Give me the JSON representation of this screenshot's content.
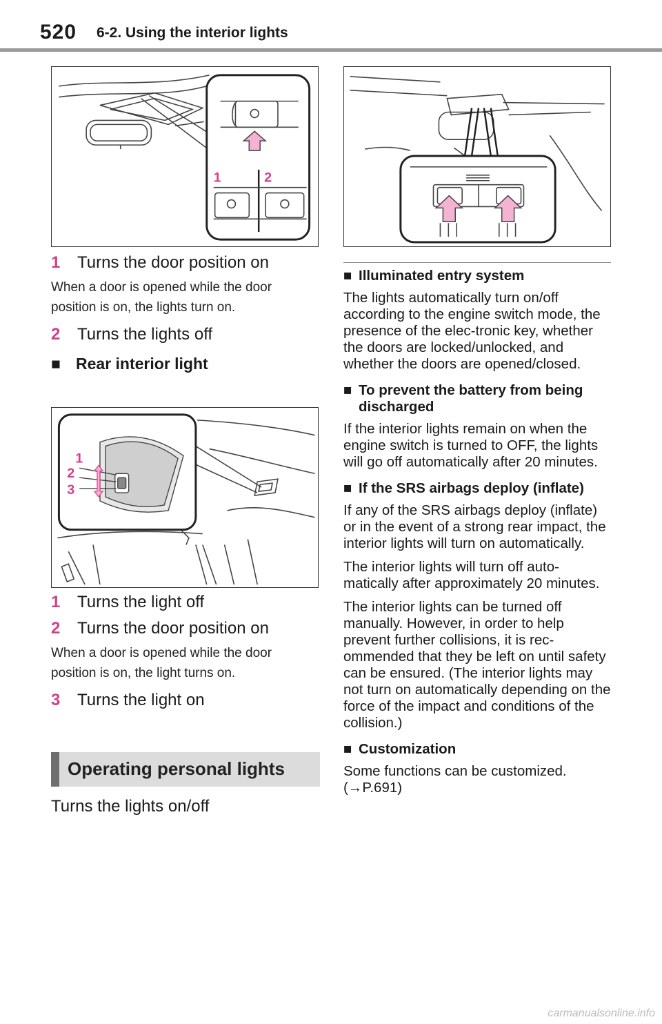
{
  "header": {
    "page_number": "520",
    "section": "6-2. Using the interior lights"
  },
  "figures": {
    "front": {
      "labels": [
        "1",
        "2"
      ]
    },
    "rear": {
      "labels": [
        "1",
        "2",
        "3"
      ]
    }
  },
  "left": {
    "front_steps": [
      {
        "num": "1",
        "text": "Turns the door position on"
      },
      {
        "num": "2",
        "text": "Turns the lights off"
      }
    ],
    "front_note": "When a door is opened while the door position is on, the lights turn on.",
    "rear_heading": {
      "bullet": "■",
      "text": "Rear interior light"
    },
    "rear_steps": [
      {
        "num": "1",
        "text": "Turns the light off"
      },
      {
        "num": "2",
        "text": "Turns the door position on"
      },
      {
        "num": "3",
        "text": "Turns the light on"
      }
    ],
    "rear_note": "When a door is opened while the door position is on, the light turns on.",
    "banner": "Operating personal lights",
    "personal_text": "Turns the lights on/off"
  },
  "right": {
    "sections": [
      {
        "bullet": "■",
        "title": "Illuminated entry system",
        "paragraphs": [
          "The lights automatically turn on/off according to the engine switch mode, the presence of the elec-tronic key, whether the doors are locked/unlocked, and whether the doors are opened/closed."
        ]
      },
      {
        "bullet": "■",
        "title": "To prevent the battery from being discharged",
        "paragraphs": [
          "If the interior lights remain on when the engine switch is turned to OFF, the lights will go off automatically after 20 minutes."
        ]
      },
      {
        "bullet": "■",
        "title": "If the SRS airbags deploy (inflate)",
        "paragraphs": [
          "If any of the SRS airbags deploy (inflate) or in the event of a strong rear impact, the interior lights will turn on automatically.",
          "The interior lights will turn off auto-matically after approximately 20 minutes.",
          "The interior lights can be turned off manually. However, in order to help prevent further collisions, it is rec-ommended that they be left on until safety can be ensured. (The interior lights may not turn on automatically depending on the force of the impact and conditions of the collision.)"
        ]
      },
      {
        "bullet": "■",
        "title": "Customization",
        "paragraphs": [
          "Some functions can be customized. (→P.691)"
        ]
      }
    ]
  },
  "watermark": "carmanualsonline.info",
  "colors": {
    "accent": "#d2408c",
    "arrow_fill": "#f4b3d3",
    "banner_bg": "#dcdcdc",
    "banner_bar": "#6f6f6f"
  }
}
